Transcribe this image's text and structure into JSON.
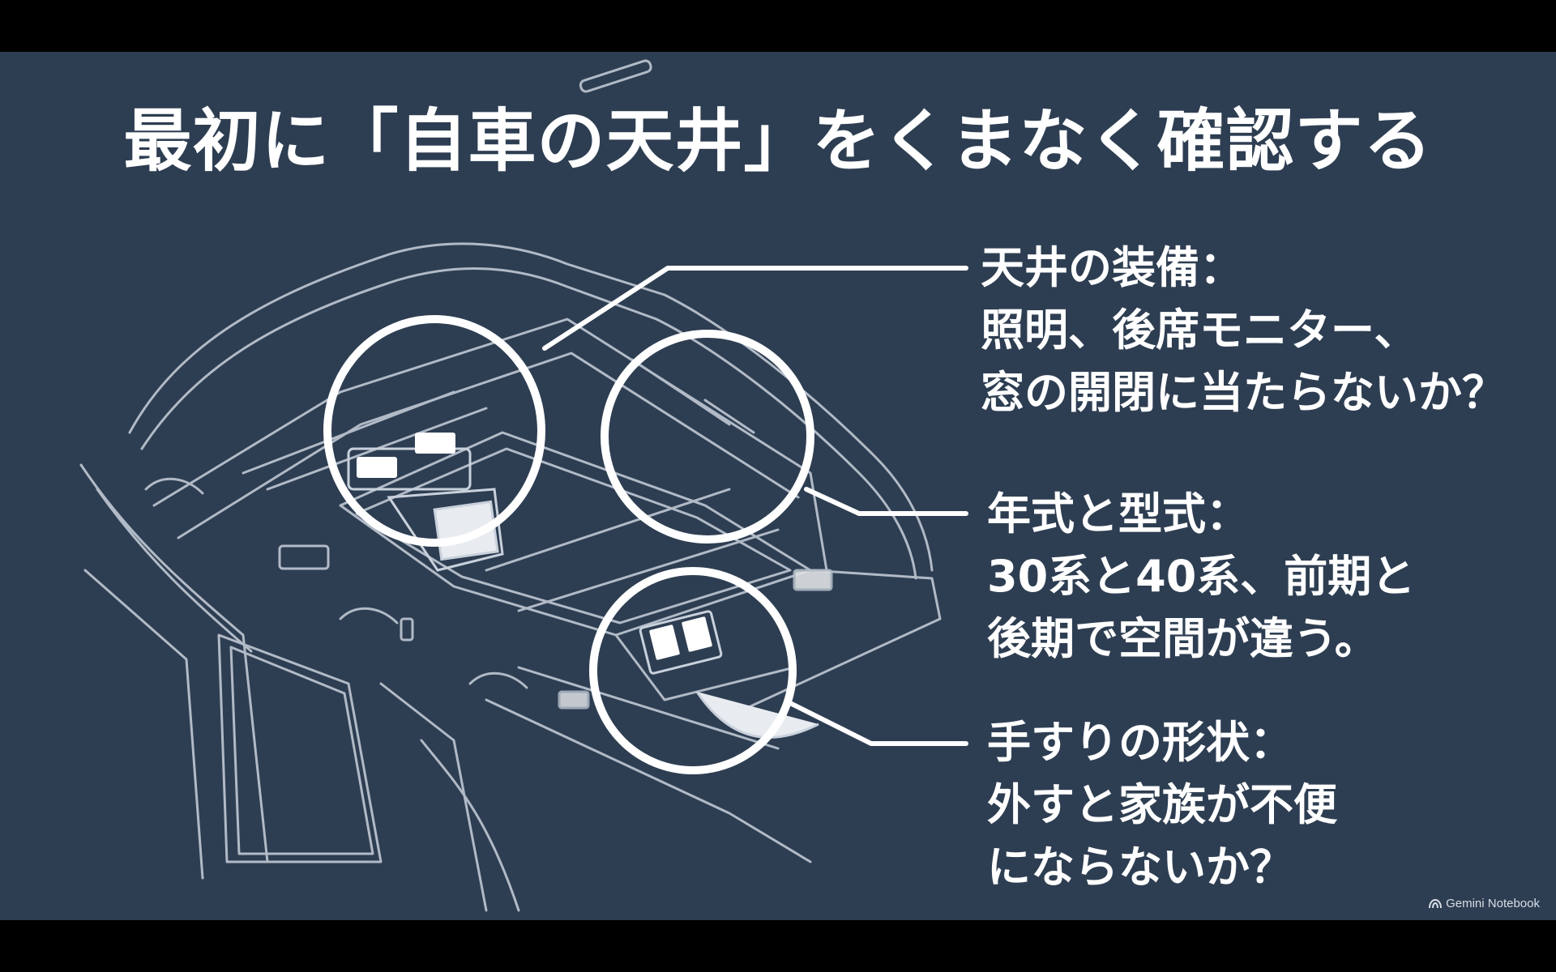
{
  "slide": {
    "title": "最初に「自車の天井」をくまなく確認する",
    "background_color": "#2e3e52",
    "text_color": "#ffffff",
    "line_color": "#ffffff"
  },
  "callouts": [
    {
      "heading": "天井の装備：",
      "lines": [
        "照明、後席モニター、",
        "窓の開閉に当たらないか？"
      ]
    },
    {
      "heading": "年式と型式：",
      "lines": [
        "30系と40系、前期と",
        "後期で空間が違う。"
      ]
    },
    {
      "heading": "手すりの形状：",
      "lines": [
        "外すと家族が不便",
        "にならないか？"
      ]
    }
  ],
  "illustration": {
    "subject": "car-interior-roof-line-drawing",
    "highlights": [
      "overhead-console-and-rear-monitor",
      "roof-rail-mount",
      "grab-handle"
    ]
  },
  "watermark": {
    "text": "Gemini Notebook",
    "icon": "notebook-logo-icon"
  }
}
